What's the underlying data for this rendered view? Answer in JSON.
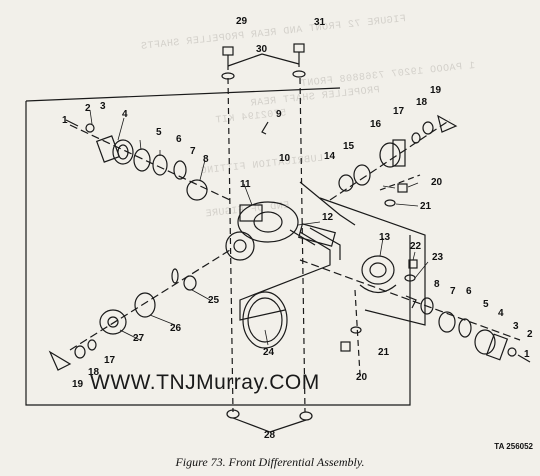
{
  "caption": "Figure 73.  Front Differential Assembly.",
  "figure_code": "TA 256052",
  "watermark": "WWW.TNJMurray.COM",
  "show_through_text": [
    "FIGURE 72 FRONT AND REAR PROPELLER SHAFTS",
    "1 PAOOO 19207 7368808 FRONT",
    "PROPELLER SHAFT REAR",
    "5702194 KIT",
    "LUBRICATION FITTING",
    "END OF FIGURE"
  ],
  "callouts": [
    "1",
    "2",
    "3",
    "4",
    "5",
    "6",
    "7",
    "8",
    "9",
    "10",
    "11",
    "12",
    "13",
    "14",
    "15",
    "16",
    "17",
    "18",
    "19",
    "20",
    "21",
    "22",
    "23",
    "24",
    "25",
    "26",
    "27",
    "28",
    "29",
    "30",
    "31"
  ],
  "callout_list": [
    "29",
    "31",
    "30",
    "3",
    "2",
    "1",
    "4",
    "5",
    "6",
    "7",
    "8",
    "9",
    "10",
    "11",
    "12",
    "13",
    "14",
    "15",
    "16",
    "17",
    "18",
    "19",
    "20",
    "21",
    "22",
    "23",
    "24",
    "25",
    "26",
    "27",
    "17",
    "18",
    "19",
    "20",
    "21",
    "28",
    "1",
    "2",
    "3",
    "4",
    "5",
    "6",
    "7",
    "8"
  ]
}
